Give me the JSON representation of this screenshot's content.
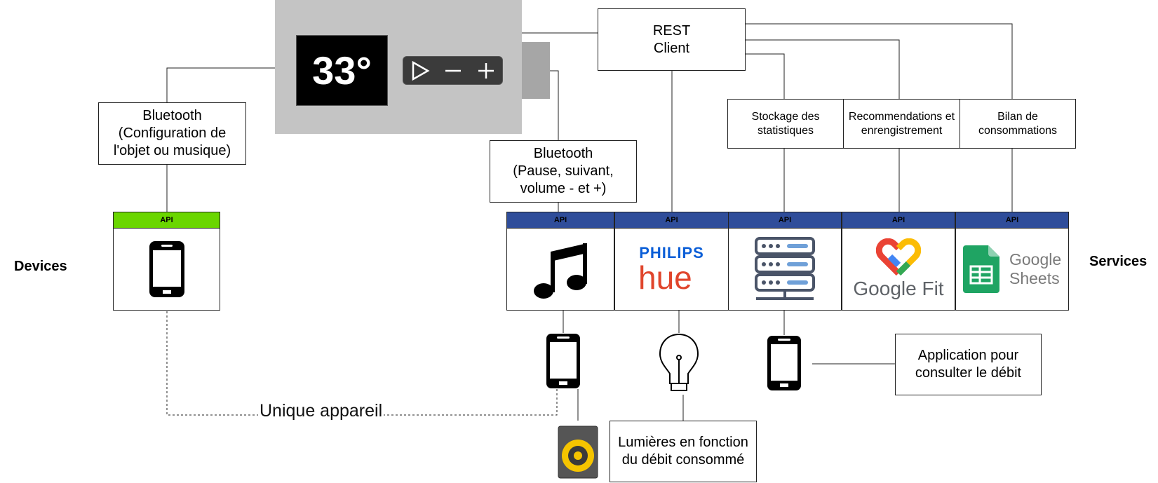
{
  "display": {
    "temperature": "33°"
  },
  "controls": [
    {
      "name": "play-icon"
    },
    {
      "name": "minus-icon"
    },
    {
      "name": "plus-icon"
    }
  ],
  "rest_client": "REST\nClient",
  "bluetooth_config": "Bluetooth\n(Configuration de\nl'objet ou musique)",
  "bluetooth_media": "Bluetooth\n(Pause, suivant,\nvolume - et +)",
  "service_boxes": {
    "stats": "Stockage des\nstatistiques",
    "reco": "Recommendations et\nenrengistrement",
    "bilan": "Bilan de\nconsommations"
  },
  "api_label": "API",
  "api_cards": [
    {
      "name": "phone",
      "icon": "smartphone-icon",
      "header_color": "#6ad600"
    },
    {
      "name": "music",
      "icon": "music-note-icon",
      "header_color": "#2f4d9a"
    },
    {
      "name": "philips-hue",
      "icon": "philips-hue-logo",
      "header_color": "#2f4d9a"
    },
    {
      "name": "server",
      "icon": "server-rack-icon",
      "header_color": "#2f4d9a"
    },
    {
      "name": "google-fit",
      "icon": "google-fit-logo",
      "header_color": "#2f4d9a"
    },
    {
      "name": "google-sheets",
      "icon": "google-sheets-logo",
      "header_color": "#2f4d9a"
    }
  ],
  "logos": {
    "philips": "PHILIPS",
    "hue": "hue",
    "google_fit": "Google Fit",
    "google_sheets_1": "Google",
    "google_sheets_2": "Sheets"
  },
  "labels": {
    "devices": "Devices",
    "services": "Services",
    "unique": "Unique appareil",
    "app": "Application pour\nconsulter le débit",
    "lights": "Lumières en fonction\ndu débit consommé"
  },
  "colors": {
    "panel": "#c4c4c4",
    "api_blue": "#2f4d9a",
    "api_green": "#6ad600",
    "philips_blue": "#0b5ed7",
    "speaker_yellow": "#f5c400"
  }
}
